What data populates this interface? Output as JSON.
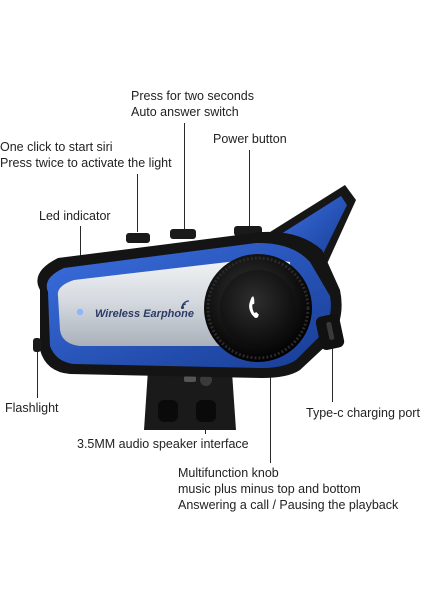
{
  "labels": {
    "press_two_seconds": "Press for two seconds",
    "auto_answer": "Auto answer switch",
    "one_click_siri": "One click to start siri",
    "press_twice_light": "Press twice to activate the light",
    "power_button": "Power button",
    "led_indicator": "Led indicator",
    "flashlight": "Flashlight",
    "typec_port": "Type-c charging port",
    "audio_interface": "3.5MM audio speaker interface",
    "knob_title": "Multifunction knob",
    "knob_line2": "music plus minus top and bottom",
    "knob_line3": "Answering a call / Pausing the playback"
  },
  "device": {
    "brand_text": "Wireless Earphone",
    "accent_color": "#1f4fb8",
    "body_color": "#141414",
    "panel_color": "#d8dde3"
  },
  "icons": {
    "phone": "phone-icon",
    "wifi": "wifi-signal-icon"
  }
}
